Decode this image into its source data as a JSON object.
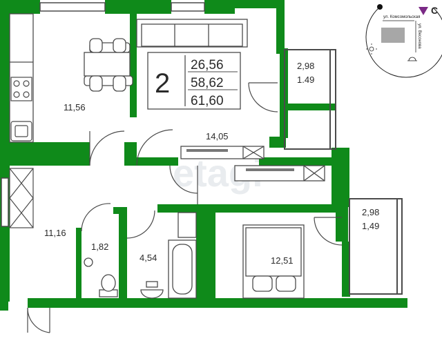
{
  "colors": {
    "wall": "#0f8a1a",
    "line": "#4a4a4a",
    "text": "#2a2a2a",
    "window": "#ffffff",
    "compass": "#7b2a86"
  },
  "watermark": "etagi",
  "info": {
    "rooms": "2",
    "living_area": "26,56",
    "total_area": "58,62",
    "total_with_balcony": "61,60"
  },
  "rooms": {
    "kitchen": "11,56",
    "living": "14,05",
    "balcony_top_full": "2,98",
    "balcony_top_reduced": "1.49",
    "hall": "11,16",
    "toilet": "1,82",
    "bathroom": "4,54",
    "bedroom": "12,51",
    "balcony_bottom_full": "2,98",
    "balcony_bottom_reduced": "1,49"
  },
  "compass": {
    "north_letter": "С",
    "street_1": "ул. Комсомольская",
    "street_2": "ул. Весонова"
  },
  "icons": [
    "dining-table-icon",
    "stove-icon",
    "sink-icon",
    "sofa-icon",
    "tv-unit-icon",
    "bathtub-icon",
    "washbasin-icon",
    "toilet-icon",
    "bed-icon",
    "sun-icon",
    "moon-icon",
    "north-arrow-icon"
  ]
}
